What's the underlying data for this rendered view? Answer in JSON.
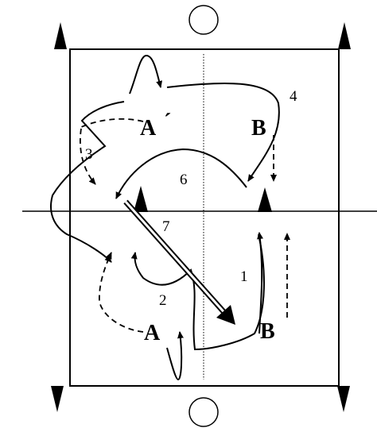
{
  "diagram": {
    "players": {
      "top_left": "A",
      "top_left_mark": "´",
      "top_right": "B",
      "bottom_left": "A",
      "bottom_right": "B"
    },
    "steps": {
      "n1": "1",
      "n2": "2",
      "n3": "3",
      "n4": "4",
      "n6": "6",
      "n7": "7"
    },
    "colors": {
      "ink": "#000000",
      "background": "#ffffff"
    }
  }
}
